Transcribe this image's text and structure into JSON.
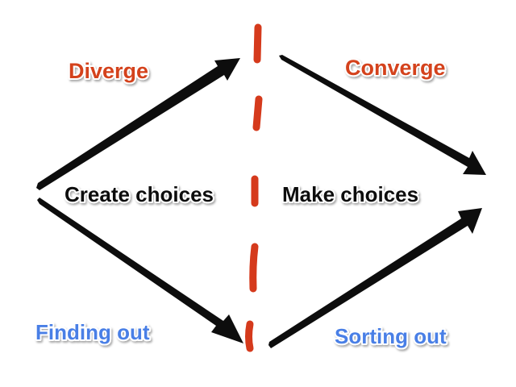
{
  "labels": {
    "top_left": "Diverge",
    "top_right": "Converge",
    "bottom_left": "Finding out",
    "bottom_right": "Sorting out",
    "center_left": "Create choices",
    "center_right": "Make choices"
  },
  "colors": {
    "red_label": "#d4431f",
    "blue_label": "#4a7fe6",
    "arrow": "#0d0d0d",
    "divider": "#d53a1c",
    "text": "#111111"
  }
}
